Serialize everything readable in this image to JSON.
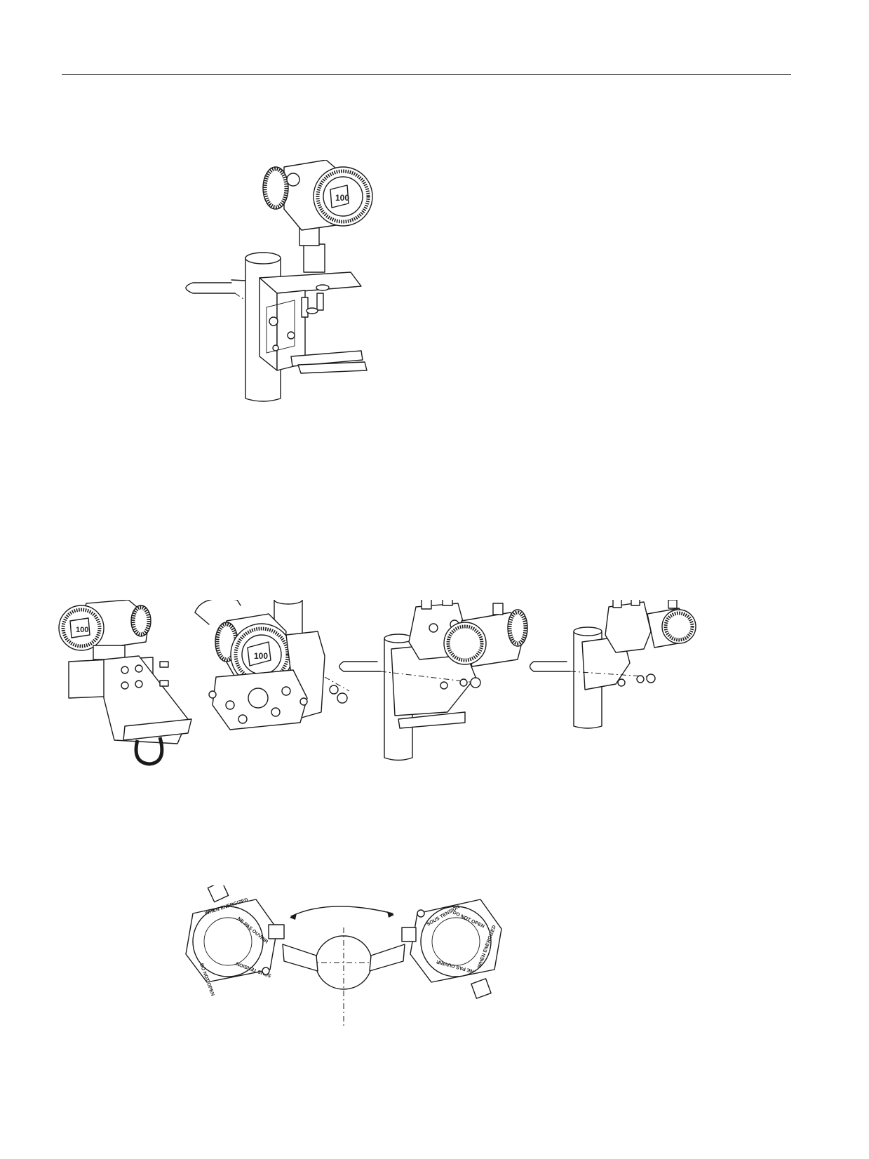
{
  "page": {
    "figures": [
      {
        "id": "pipe-mount-gauge"
      },
      {
        "id": "mount-variants"
      },
      {
        "id": "housing-rotation"
      }
    ]
  },
  "labels": {
    "display_value": "100",
    "cover_text_1": "DO NOT OPEN",
    "cover_text_2": "WHEN ENERGIZED",
    "cover_text_3": "NE PAS OUVRIR",
    "cover_text_4": "SOUS TENSION"
  },
  "colors": {
    "line": "#1a1a1a",
    "background": "#ffffff"
  }
}
